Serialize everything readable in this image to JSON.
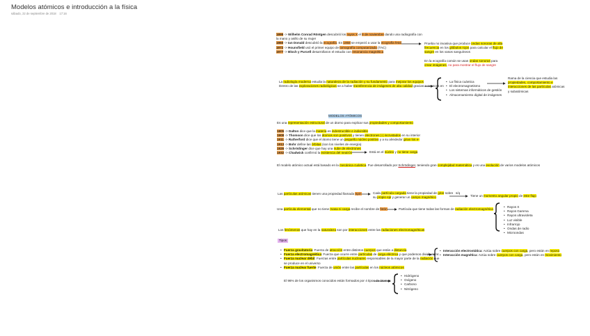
{
  "page": {
    "title": "Modelos atómicos e introducción a la física",
    "date": "sábado, 22 de septiembre de 2018",
    "time": "17:16"
  },
  "timeline": {
    "l1": {
      "y": "1895",
      "n": "Wilhelm Conrad Röntgen",
      "a": " descubrió los ",
      "b": "rayos X",
      "c": " el ",
      "d": "8 de noviembre",
      "e": " dando una radiografía con"
    },
    "l1b": "la mano y anillo de su mujer",
    "l2": {
      "y": "1960",
      "n": "Ian Donald",
      "a": " descubrió la ",
      "b": "ecografía",
      "c": ". En ",
      "d": "1958",
      "e": " se empezó a usar la ",
      "f": "ecografía fetal",
      "g": ""
    },
    "l3": {
      "y": "1972",
      "n": "Hounsfield",
      "a": " usó el primer equipo de ",
      "b": "tomografía computarizada",
      "c": " (TAC)"
    },
    "l4": {
      "y": "1977",
      "n": "Bloch y Purcell",
      "a": " desarrollaron el estudio con ",
      "b": "resonancia magnética"
    }
  },
  "echo": {
    "p1a": "Prueba no invasiva que produce ",
    "p1b": "ondas sonoras de alta",
    "p1c": "frecuencia",
    "p1d": " en los ",
    "p1e": "glóbulos rojos",
    "p1f": " para calcular el ",
    "p1g": "flujo de",
    "p1h": "sangre",
    "p1i": " en los vasos sanguíneos",
    "p2a": "En la ecografía común se usan ",
    "p2b": "ondas sonoras",
    "p2c": " para",
    "p2d": "crear imágenes",
    "p2e": ", no para mostrar el flujo de sangre"
  },
  "radiology": {
    "l1a": "La ",
    "l1b": "radiología moderna",
    "l1c": " estudia la ",
    "l1d": "naturaleza de la radiación y su fundamento",
    "l1e": " para ",
    "l1f": "mejorar los equipos",
    "l2a": "Dentro de las ",
    "l2b": "exploraciones radiológicas",
    "l2c": " se a haber ",
    "l2d": "transferencia de imágenes de alta calidad",
    "l2e": " gracias a avances en"
  },
  "advances": [
    "La física cuántica",
    "El electromagnetismo",
    "Los sistemas informáticos de gestión",
    "Almacenamiento digital de imágenes"
  ],
  "quantum": {
    "l1": "Rama de la ciencia que estudia las",
    "l2": "propiedades, comportamiento e",
    "l3": "interacciones de las partículas",
    "l3b": " atómicas",
    "l4": "y subatómicas"
  },
  "models": {
    "heading": "MODELOS ATÓMICOS",
    "d1": "Es una ",
    "d2": "representación estructural",
    "d3": " de un átomo para explicar sus ",
    "d4": "propiedades y comportamiento"
  },
  "scientists": [
    {
      "y": "1805",
      "n": "Dalton",
      "t1": " dice que la ",
      "h": "materia",
      "t2": " es ",
      "h2": "indestructible e indivisible",
      "t3": ""
    },
    {
      "y": "1908",
      "n": "Thomson",
      "t1": " dice que los ",
      "h": "átomos son positivos",
      "t2": " y tienen ",
      "h2": "electrones (-) incrustados",
      "t3": " en su interior"
    },
    {
      "y": "1911",
      "n": "Rutherford",
      "t1": " dice que el átomo tiene un ",
      "h": "pequeño núcleo positivo",
      "t2": " y a su alrededor ",
      "h2": "giran los e-",
      "t3": ""
    },
    {
      "y": "1913",
      "n": "Bohr",
      "t1": " define las ",
      "h": "órbitas",
      "t2": " (son los niveles de energía)",
      "h2": "",
      "t3": ""
    },
    {
      "y": "1926",
      "n": "Schrödinger",
      "t1": " dice que hay una ",
      "h": "nube de electrones",
      "t2": "",
      "h2": "",
      "t3": ""
    },
    {
      "y": "1932",
      "n": "Chadwick",
      "t1": " confirmó la ",
      "h": "existencia del neutrón",
      "t2": "",
      "h2": "",
      "t3": ""
    }
  ],
  "neutron": {
    "a": "Está en el ",
    "b": "núcleo",
    "c": " y ",
    "d": "no tiene carga"
  },
  "current": {
    "a": "El modelo atómico actual está basado en la ",
    "b": "mecánica cuántica",
    "c": ". Fue desarrollado por ",
    "d": "Schrödinger",
    "e": ", teniendo gran ",
    "f": "complejidad matemática",
    "g": " y es una ",
    "h": "evolución",
    "i": " de varios modelos atómicos"
  },
  "spin": {
    "a": "Las ",
    "b": "partículas atómicas",
    "c": " tienen una propiedad llamada ",
    "d": "Spin",
    "e1": "Cada ",
    "e2": "partícula cargada",
    "e3": " tiene la propiedad de ",
    "e4": "girar",
    "e5": " sobre",
    "f1": "su ",
    "f2": "propio eje",
    "f3": " y generar un ",
    "f4": "campo magnético",
    "arrow_label": "s/q",
    "g1": "Tiene un ",
    "g2": "momento angular propio",
    "g3": " de ",
    "g4": "este flujo"
  },
  "photon": {
    "a": "Una ",
    "b": "partícula elemental",
    "c": " que no tiene ",
    "d": "masa ni carga",
    "e": " recibe el nombre de ",
    "f": "fotón",
    "g1": "Partícula que tiene todas las formas de ",
    "g2": "radiación electromagnética"
  },
  "radiation_types": [
    "Rayos X",
    "Rayos Gamma",
    "Rayos ultravioleta",
    "Luz visible",
    "Infrarrojo",
    "Ondas de radio",
    "Microondas"
  ],
  "phenomena": {
    "a": "Los ",
    "b": "fenómenos",
    "c": " que hay en la ",
    "d": "naturaleza",
    "e": " son por ",
    "f": "interacciones",
    "g": " entre las ",
    "h": "radiaciones electromagnéticas"
  },
  "tipos": "Tipos",
  "forces": [
    {
      "n": "Fuerza gravitatoria",
      "t1": ": Fuerza de ",
      "h1": "atracción",
      "t2": " entre distintos ",
      "h2": "cuerpos",
      "t3": " que están a ",
      "h3": "distancia",
      "t4": ""
    },
    {
      "n": "Fuerza electromagnética",
      "t1": ": Fuerza que ocurre entre ",
      "h1": "partículas",
      "t2": " de ",
      "h2": "carga eléctrica",
      "t3": " y que podemos dividir entre:",
      "h3": "",
      "t4": ""
    },
    {
      "n": "Fuerza nuclear débil",
      "t1": ": Fuerzas entre ",
      "h1": "partículas nucleares",
      "t2": " responsables de la mayor parte de la ",
      "h2": "radiación",
      "t3": " que",
      "h3": "",
      "t4": ""
    },
    {
      "n": "",
      "t1": "se produce en el universo",
      "h1": "",
      "t2": "",
      "h2": "",
      "t3": "",
      "h3": "",
      "t4": ""
    },
    {
      "n": "Fuerza nuclear fuerte",
      "t1": ": Fuerza de ",
      "h1": "unión",
      "t2": " entre las ",
      "h2": "partículas",
      "t3": " en los ",
      "h3": "núcleos atómicos",
      "t4": ""
    }
  ],
  "interactions": [
    {
      "n": "Interacción electrostática",
      "t1": ": Actúa sobre ",
      "h1": "cuerpos con carga",
      "t2": ", pero están en ",
      "h2": "reposo"
    },
    {
      "n": "Interacción magnética",
      "t1": ": Actúa sobre ",
      "h1": "cuerpos con carga",
      "t2": ", pero están en ",
      "h2": "movimiento"
    }
  ],
  "organisms": {
    "text": "El 96% de los organismos conocidos están formados por 4 tipos de átomos",
    "atoms": [
      "Hidrógeno",
      "Oxígeno",
      "Carbono",
      "Nitrógeno"
    ]
  }
}
